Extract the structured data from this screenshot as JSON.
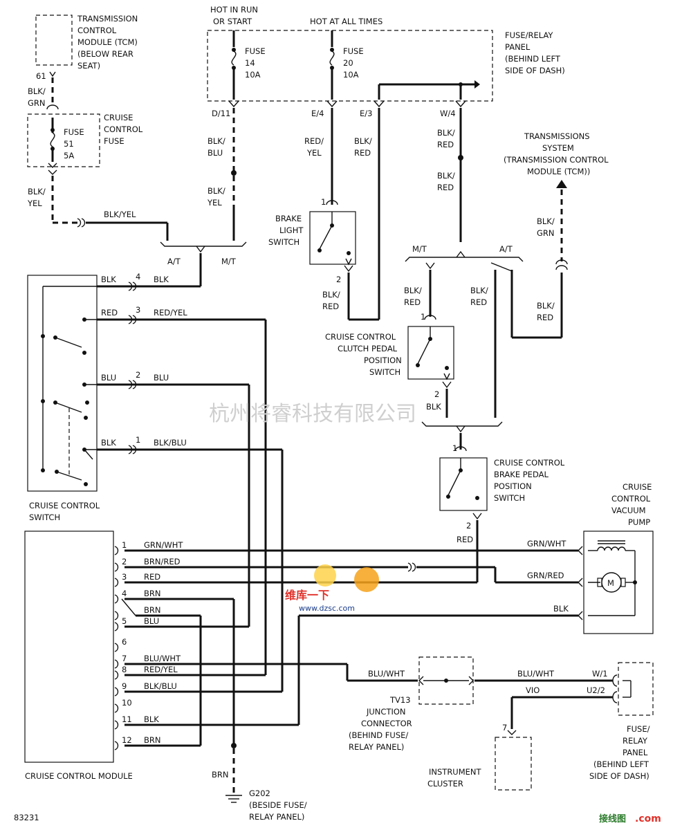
{
  "components": {
    "tcm_top": [
      "TRANSMISSION",
      "CONTROL",
      "MODULE (TCM)",
      "(BELOW REAR",
      "SEAT)"
    ],
    "cruise_fuse_label": [
      "CRUISE",
      "CONTROL",
      "FUSE"
    ],
    "cruise_fuse_inner": [
      "FUSE",
      "51",
      "5A"
    ],
    "fuse14": [
      "FUSE",
      "14",
      "10A"
    ],
    "fuse20": [
      "FUSE",
      "20",
      "10A"
    ],
    "fuse_relay_top": [
      "FUSE/RELAY",
      "PANEL",
      "(BEHIND LEFT",
      "SIDE OF DASH)"
    ],
    "hot_in_run": [
      "HOT IN RUN",
      "OR START"
    ],
    "hot_always": "HOT AT ALL TIMES",
    "trans_system": [
      "TRANSMISSIONS",
      "SYSTEM",
      "(TRANSMISSION CONTROL",
      "MODULE (TCM))"
    ],
    "brake_light_switch": [
      "BRAKE",
      "LIGHT",
      "SWITCH"
    ],
    "clutch_switch": [
      "CRUISE CONTROL",
      "CLUTCH PEDAL",
      "POSITION",
      "SWITCH"
    ],
    "brake_pedal_switch": [
      "CRUISE CONTROL",
      "BRAKE PEDAL",
      "POSITION",
      "SWITCH"
    ],
    "cruise_switch": [
      "CRUISE CONTROL",
      "SWITCH"
    ],
    "vacuum_pump": [
      "CRUISE",
      "CONTROL",
      "VACUUM",
      "PUMP"
    ],
    "module": "CRUISE CONTROL MODULE",
    "junction": [
      "TV13",
      "JUNCTION",
      "CONNECTOR",
      "(BEHIND FUSE/",
      "RELAY PANEL)"
    ],
    "instrument_cluster": [
      "INSTRUMENT",
      "CLUSTER"
    ],
    "fuse_relay_bottom": [
      "FUSE/",
      "RELAY",
      "PANEL",
      "(BEHIND LEFT",
      "SIDE OF DASH)"
    ],
    "ground": [
      "G202",
      "(BESIDE FUSE/",
      "RELAY PANEL)"
    ],
    "motor_symbol": "M",
    "diagram_id": "83231"
  },
  "connectors": {
    "c61": "61",
    "d11": "D/11",
    "e4": "E/4",
    "e3": "E/3",
    "w4": "W/4",
    "at_left": "A/T",
    "mt_left": "M/T",
    "mt_right": "M/T",
    "at_right": "A/T",
    "w1": "W/1",
    "u22": "U2/2",
    "ic7": "7"
  },
  "wire_colors": {
    "blk_grn": [
      "BLK/",
      "GRN"
    ],
    "blk_yel": [
      "BLK/",
      "YEL"
    ],
    "blk_yel_h": "BLK/YEL",
    "blk_blu_d11": [
      "BLK/",
      "BLU"
    ],
    "blk_yel_d11": [
      "BLK/",
      "YEL"
    ],
    "red_yel_e4": [
      "RED/",
      "YEL"
    ],
    "blk_red_e3": [
      "BLK/",
      "RED"
    ],
    "blk_red_w4a": [
      "BLK/",
      "RED"
    ],
    "blk_red_w4b": [
      "BLK/",
      "RED"
    ],
    "blk_grn_tcm": [
      "BLK/",
      "GRN"
    ],
    "blk_red_bl": [
      "BLK/",
      "RED"
    ],
    "blk_red_cl": [
      "BLK/",
      "RED"
    ],
    "blk_red_at": [
      "BLK/",
      "RED"
    ],
    "blk_red_tcm": [
      "BLK/",
      "RED"
    ],
    "blk_cl": "BLK",
    "red_bp": "RED",
    "sw_blk": "BLK",
    "sw_blk2": "BLK",
    "sw_red": "RED",
    "sw_red_yel": "RED/YEL",
    "sw_blu": "BLU",
    "sw_blu2": "BLU",
    "sw_blk3": "BLK",
    "sw_blk_blu": "BLK/BLU",
    "grn_wht_r": "GRN/WHT",
    "grn_red_r": "GRN/RED",
    "blk_r": "BLK",
    "blu_wht_j": "BLU/WHT",
    "blu_wht_f": "BLU/WHT",
    "vio": "VIO",
    "brn_g": "BRN"
  },
  "pins": {
    "bl1": "1",
    "bl2": "2",
    "cl1": "1",
    "cl2": "2",
    "bp1": "1",
    "bp2": "2",
    "sw4": "4",
    "sw3": "3",
    "sw2": "2",
    "sw1": "1"
  },
  "module_pins": [
    {
      "num": "1",
      "color": "GRN/WHT"
    },
    {
      "num": "2",
      "color": "BRN/RED"
    },
    {
      "num": "3",
      "color": "RED"
    },
    {
      "num": "4",
      "color": "BRN"
    },
    {
      "num": "",
      "color": "BRN"
    },
    {
      "num": "5",
      "color": "BLU"
    },
    {
      "num": "6",
      "color": ""
    },
    {
      "num": "7",
      "color": "BLU/WHT"
    },
    {
      "num": "8",
      "color": "RED/YEL"
    },
    {
      "num": "9",
      "color": "BLK/BLU"
    },
    {
      "num": "10",
      "color": ""
    },
    {
      "num": "11",
      "color": "BLK"
    },
    {
      "num": "12",
      "color": "BRN"
    }
  ],
  "watermarks": {
    "company": "杭州将睿科技有限公司",
    "logo_cn": "维库一下",
    "logo_url": "www.dzsc.com",
    "corner": "接线图",
    "corner2": ".com"
  },
  "colors": {
    "ink": "#111111",
    "watermark": "#cfcfcf",
    "logo_red": "#e0322b",
    "logo_blue": "#1a3c8a"
  }
}
